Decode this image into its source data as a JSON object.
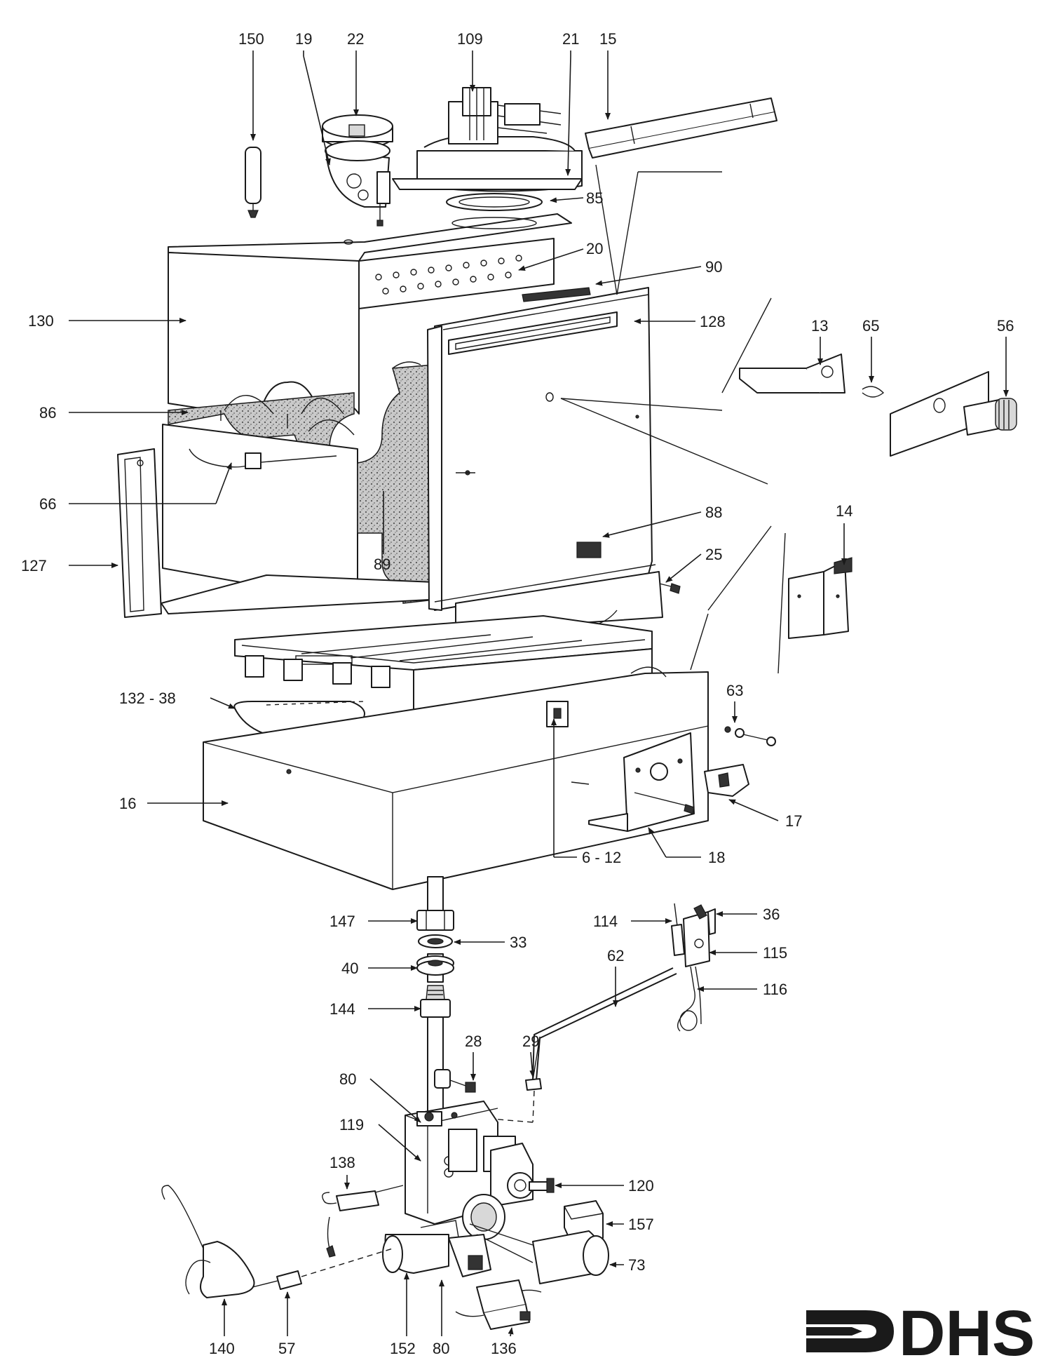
{
  "logo": {
    "text": "DHS"
  },
  "colors": {
    "line": "#1a1a1a",
    "paper": "#ffffff",
    "insulation": "#9a9a9a"
  },
  "callouts": {
    "c150": "150",
    "c19": "19",
    "c22": "22",
    "c109": "109",
    "c21": "21",
    "c15": "15",
    "c85": "85",
    "c20": "20",
    "c90": "90",
    "c130": "130",
    "c128": "128",
    "c13": "13",
    "c65": "65",
    "c56": "56",
    "c86": "86",
    "c66": "66",
    "c127": "127",
    "c89": "89",
    "c88": "88",
    "c25": "25",
    "c14": "14",
    "c132_38": "132 - 38",
    "c63": "63",
    "c16": "16",
    "c17": "17",
    "c6_12": "6 - 12",
    "c18": "18",
    "c147": "147",
    "c33": "33",
    "c40": "40",
    "c144": "144",
    "c114": "114",
    "c36": "36",
    "c115": "115",
    "c62": "62",
    "c116": "116",
    "c28": "28",
    "c29": "29",
    "c80a": "80",
    "c119": "119",
    "c138": "138",
    "c120": "120",
    "c157": "157",
    "c73": "73",
    "c140": "140",
    "c57": "57",
    "c152": "152",
    "c80b": "80",
    "c136": "136"
  }
}
